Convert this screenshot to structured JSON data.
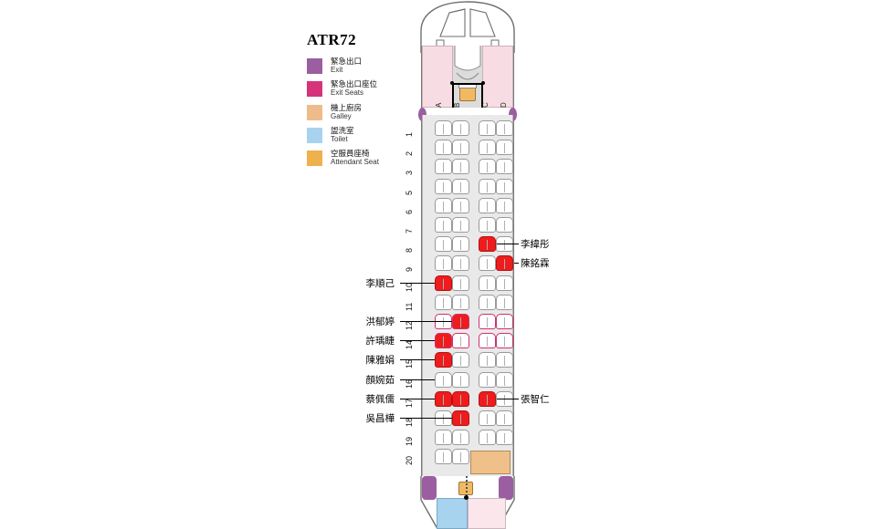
{
  "legend": {
    "title": "ATR72",
    "items": [
      {
        "zh": "緊急出口",
        "en": "Exit",
        "color": "#9b5ea0",
        "icon": "exit-swatch"
      },
      {
        "zh": "緊急出口座位",
        "en": "Exit Seats",
        "color": "#d6337a",
        "icon": "exit-seat-swatch"
      },
      {
        "zh": "機上廚房",
        "en": "Galley",
        "color": "#eebb8a",
        "icon": "galley-swatch"
      },
      {
        "zh": "盥洗室",
        "en": "Toilet",
        "color": "#a8d3ef",
        "icon": "toilet-swatch"
      },
      {
        "zh": "空服員座椅",
        "en": "Attendant Seat",
        "color": "#efb04e",
        "icon": "attendant-seat-swatch"
      }
    ]
  },
  "cabin": {
    "columns": [
      "A",
      "B",
      "C",
      "D"
    ],
    "rows": [
      1,
      2,
      3,
      5,
      6,
      7,
      8,
      9,
      10,
      11,
      12,
      14,
      15,
      16,
      17,
      18,
      19,
      20
    ],
    "occupied_color": "#ee1c1c",
    "occupied_seats": [
      "8C",
      "9D",
      "10A",
      "12B",
      "14A",
      "15A",
      "17A",
      "17B",
      "17C",
      "18B"
    ],
    "exit_rows": [
      12,
      14
    ]
  },
  "passengers": [
    {
      "name": "李緯彤",
      "seat": "8C",
      "side": "right"
    },
    {
      "name": "陳銘霖",
      "seat": "9D",
      "side": "right"
    },
    {
      "name": "李順己",
      "seat": "10A",
      "side": "left"
    },
    {
      "name": "洪郁婷",
      "seat": "12B",
      "side": "left"
    },
    {
      "name": "許瑀睫",
      "seat": "14A",
      "side": "left"
    },
    {
      "name": "陳雅娟",
      "seat": "15A",
      "side": "left"
    },
    {
      "name": "顏婉茹",
      "seat": "16A",
      "side": "left"
    },
    {
      "name": "蔡佩儒",
      "seat": "17A",
      "side": "left"
    },
    {
      "name": "吳昌樺",
      "seat": "18B",
      "side": "left"
    },
    {
      "name": "張智仁",
      "seat": "17C",
      "side": "right"
    }
  ]
}
